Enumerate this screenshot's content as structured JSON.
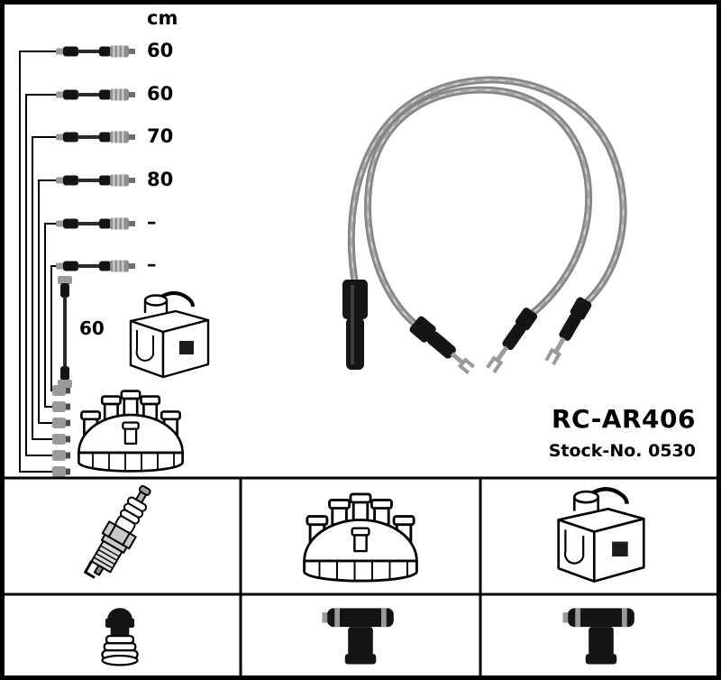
{
  "product": {
    "part_number": "RC-AR406",
    "stock_label": "Stock-No. 0530"
  },
  "length_table": {
    "unit": "cm",
    "entries": [
      "60",
      "60",
      "70",
      "80",
      "–",
      "–"
    ],
    "coil_lead_length": "60"
  },
  "colors": {
    "frame": "#000000",
    "background": "#ffffff",
    "cable_gray": "#858585",
    "boot_black": "#151515",
    "metal_gray": "#9a9a9a"
  },
  "icons": {
    "top_left": [
      "ignition-lead-icon",
      "ignition-lead-icon",
      "ignition-lead-icon",
      "ignition-lead-icon",
      "ignition-lead-icon",
      "ignition-lead-icon"
    ],
    "mid_left": [
      "coil-lead-icon",
      "ignition-coil-icon",
      "distributor-cap-icon"
    ],
    "photo": "ignition-lead-set-photo",
    "parts_grid_cells": [
      {
        "icon": "spark-plug-icon"
      },
      {
        "icon": "distributor-cap-icon"
      },
      {
        "icon": "ignition-coil-icon"
      },
      {
        "icon": "plug-connector-icon"
      },
      {
        "icon": "t-boot-connector-icon"
      },
      {
        "icon": "t-boot-connector-icon"
      }
    ]
  }
}
